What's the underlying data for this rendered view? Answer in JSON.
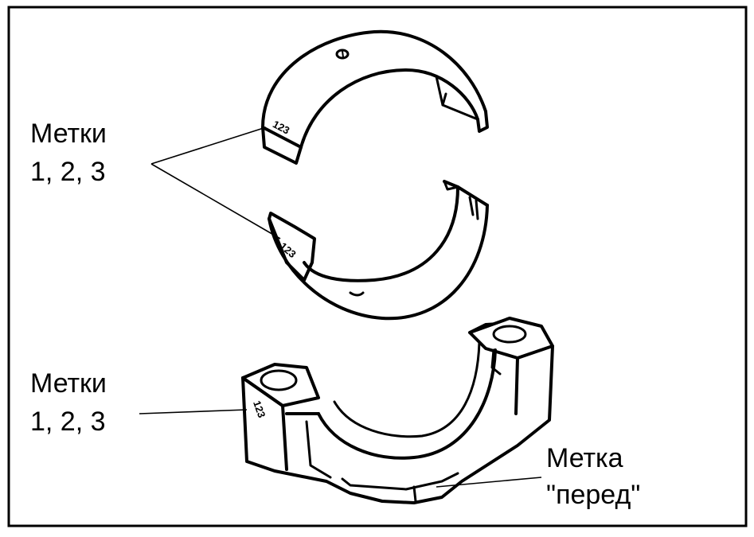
{
  "labels": {
    "upper_marks_line1": "Метки",
    "upper_marks_line2": "1, 2, 3",
    "lower_marks_line1": "Метки",
    "lower_marks_line2": "1, 2, 3",
    "front_mark_line1": "Метка",
    "front_mark_line2": "\"перед\""
  },
  "stamps": {
    "upper_shell": "123",
    "lower_shell": "123",
    "cap": "123"
  }
}
